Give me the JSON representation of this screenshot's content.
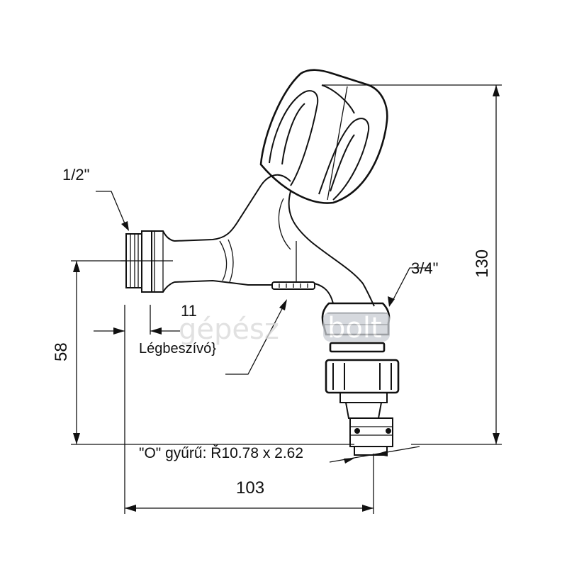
{
  "labels": {
    "thread_inlet": "1/2\"",
    "thread_outlet": "3/4\"",
    "height_total": "130",
    "height_axis": "58",
    "length_total": "103",
    "offset": "11",
    "air_inlet": "Légbeszívó}",
    "o_ring": "\"O\" gyűrű:  Ř10.78 x 2.62"
  },
  "watermark": {
    "text_left": "gépész",
    "text_right": "bolt"
  },
  "colors": {
    "line": "#111111",
    "watermark_text": "#d8d8d8",
    "watermark_box": "#c9cdd3"
  }
}
